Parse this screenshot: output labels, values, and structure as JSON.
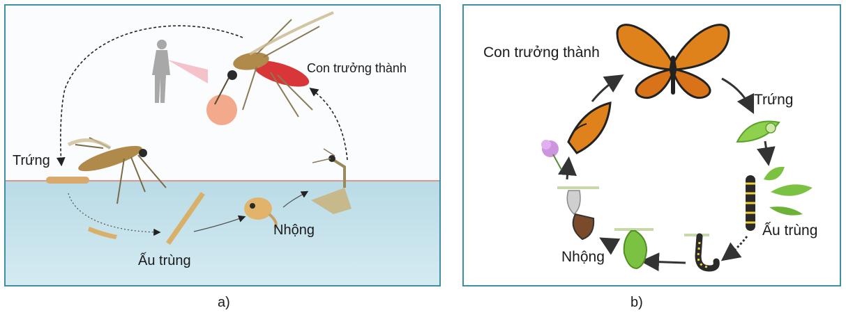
{
  "panel_a": {
    "caption": "a)",
    "labels": {
      "adult": "Con trưởng thành",
      "egg": "Trứng",
      "larva": "Ấu trùng",
      "pupa": "Nhộng"
    }
  },
  "panel_b": {
    "caption": "b)",
    "labels": {
      "adult": "Con trưởng thành",
      "egg": "Trứng",
      "larva": "Ấu trùng",
      "pupa": "Nhộng"
    }
  },
  "colors": {
    "frame": "#3f8fa3",
    "water": "#c4e1ea",
    "water_surface": "#d99a8e",
    "mosquito_body": "#b08a4a",
    "blood": "#d9363a",
    "butterfly_orange": "#e0821c",
    "leaf_green": "#7cc242"
  }
}
